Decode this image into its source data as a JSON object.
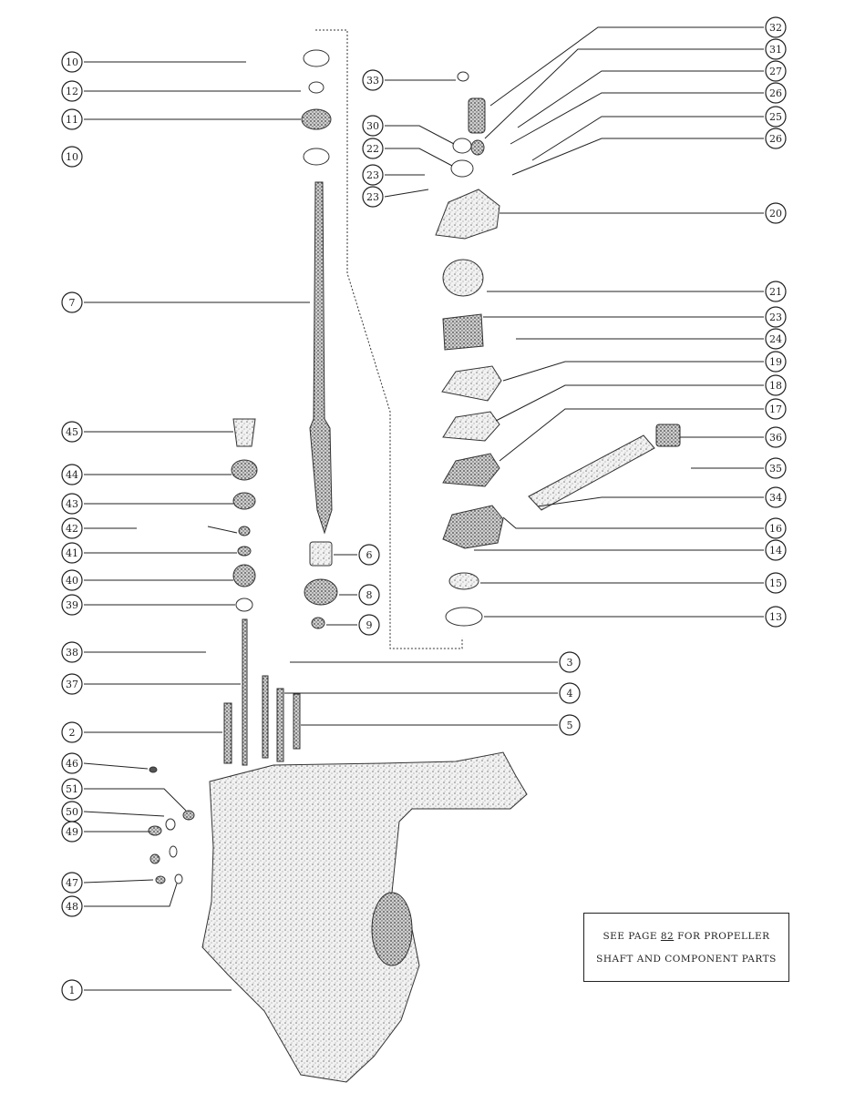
{
  "callouts": [
    "32",
    "31",
    "27",
    "26",
    "25",
    "26",
    "33",
    "30",
    "22",
    "23",
    "23",
    "10",
    "12",
    "11",
    "10",
    "20",
    "7",
    "21",
    "23",
    "24",
    "19",
    "18",
    "17",
    "36",
    "35",
    "34",
    "16",
    "14",
    "15",
    "13",
    "45",
    "44",
    "43",
    "42",
    "41",
    "40",
    "39",
    "6",
    "8",
    "9",
    "38",
    "37",
    "3",
    "4",
    "5",
    "2",
    "46",
    "51",
    "50",
    "49",
    "47",
    "48",
    "1"
  ],
  "note": {
    "line1_before": "SEE PAGE ",
    "line1_page": "82",
    "line1_after": " FOR PROPELLER",
    "line2": "SHAFT AND COMPONENT PARTS"
  }
}
